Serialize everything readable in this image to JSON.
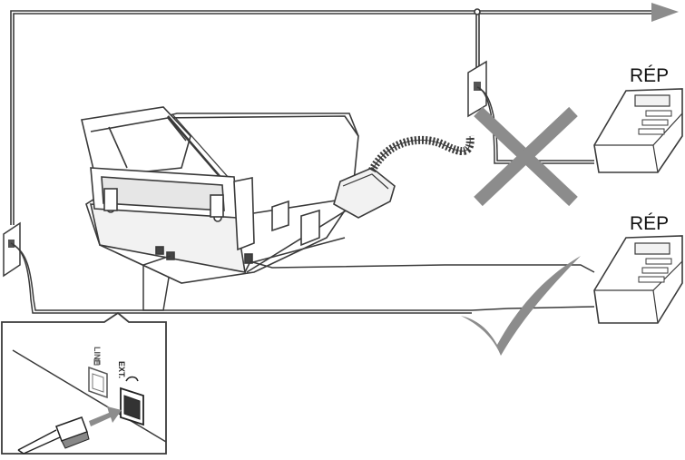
{
  "labels": {
    "answering_machine_top": "RÉP",
    "answering_machine_bottom": "RÉP",
    "port_line": "LINE",
    "port_ext": "EXT."
  },
  "colors": {
    "line": "#3a3a3a",
    "cross": "#8c8c8c",
    "check": "#8c8c8c",
    "arrow": "#8c8c8c",
    "device_fill": "#f2f2f2"
  }
}
